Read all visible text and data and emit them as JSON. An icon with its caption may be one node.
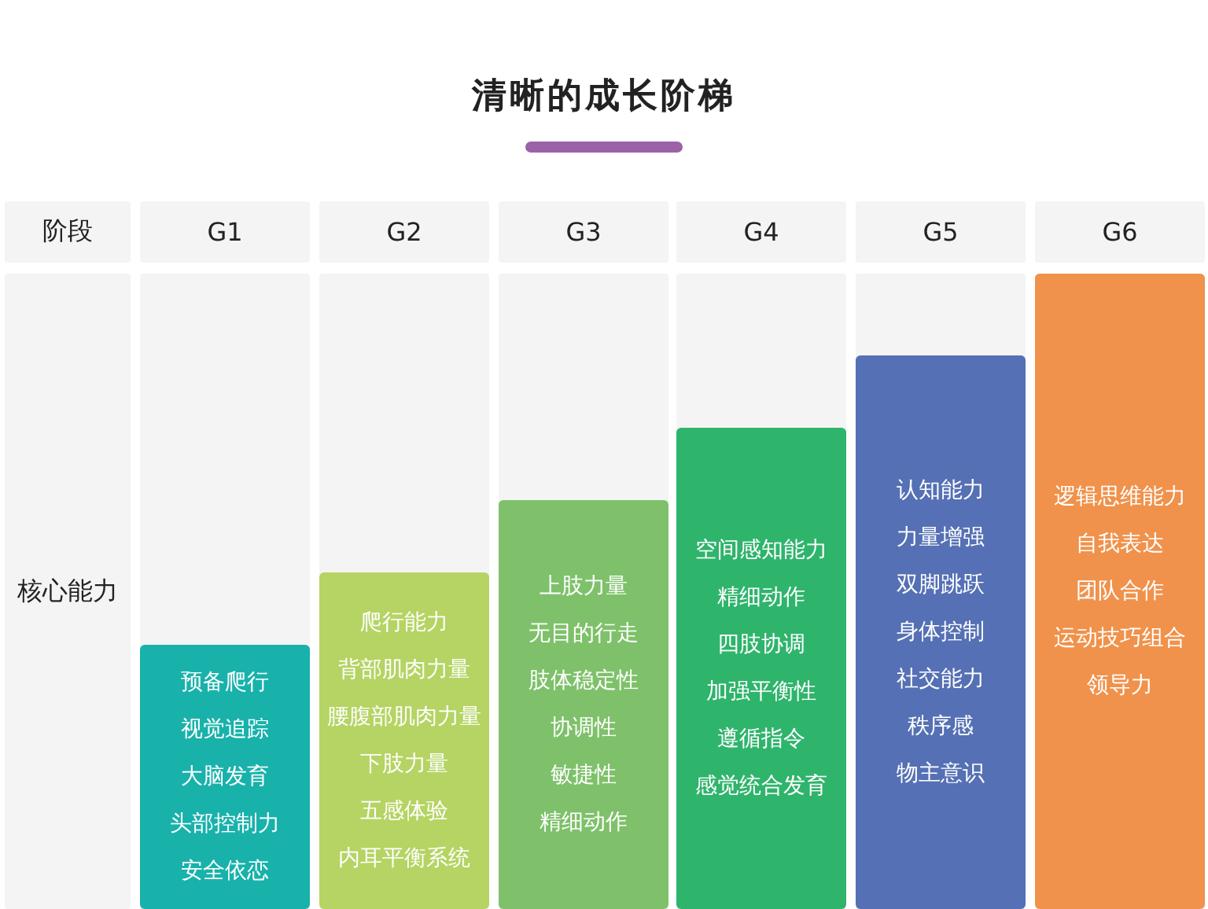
{
  "diagram": {
    "title": "清晰的成长阶梯",
    "nodes": [
      {
        "text": [
          "阶段"
        ]
      },
      {
        "text": [
          "G1"
        ]
      },
      {
        "text": [
          "G2"
        ]
      },
      {
        "text": [
          "G3"
        ]
      },
      {
        "text": [
          "G4"
        ]
      },
      {
        "text": [
          "G5"
        ]
      },
      {
        "text": [
          "G6"
        ]
      },
      {
        "text": [
          "核心能力"
        ]
      },
      {
        "text": [
          "预备爬行",
          "视觉追踪",
          "大脑发育",
          "头部控制力",
          "安全依恋"
        ]
      },
      {
        "text": [
          "爬行能力",
          "背部肌肉力量",
          "腰腹部肌肉力量",
          "下肢力量",
          "五感体验",
          "内耳平衡系统"
        ]
      },
      {
        "text": [
          "上肢力量",
          "无目的行走",
          "肢体稳定性",
          "协调性",
          "敏捷性",
          "精细动作"
        ]
      },
      {
        "text": [
          "空间感知能力",
          "精细动作",
          "四肢协调",
          "加强平衡性",
          "遵循指令",
          "感觉统合发育"
        ]
      },
      {
        "text": [
          "认知能力",
          "力量增强",
          "双脚跳跃",
          "身体控制",
          "社交能力",
          "秩序感",
          "物主意识"
        ]
      },
      {
        "text": [
          "逻辑思维能力",
          "自我表达",
          "团队合作",
          "运动技巧组合",
          "领导力"
        ]
      }
    ]
  }
}
